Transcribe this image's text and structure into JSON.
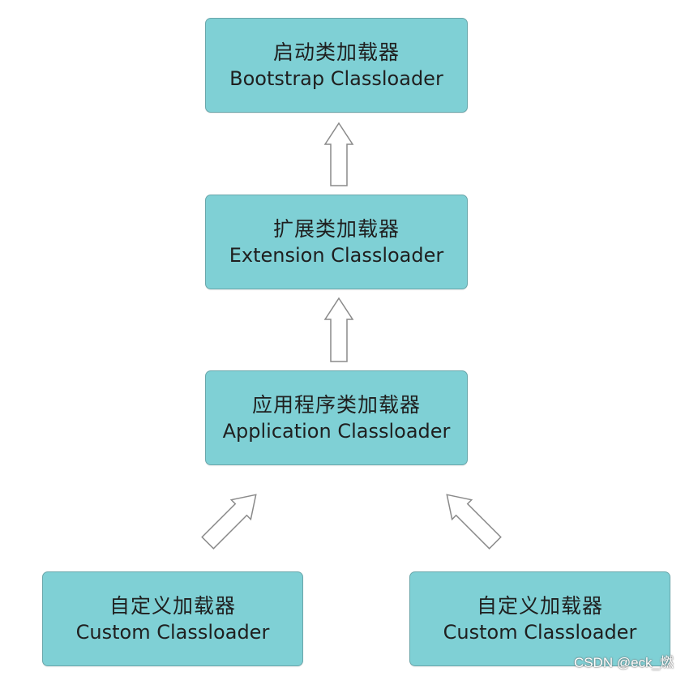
{
  "nodes": {
    "bootstrap": {
      "zh": "启动类加载器",
      "en": "Bootstrap Classloader"
    },
    "extension": {
      "zh": "扩展类加载器",
      "en": "Extension Classloader"
    },
    "application": {
      "zh": "应用程序类加载器",
      "en": "Application Classloader"
    },
    "custom_left": {
      "zh": "自定义加载器",
      "en": "Custom Classloader"
    },
    "custom_right": {
      "zh": "自定义加载器",
      "en": "Custom Classloader"
    }
  },
  "watermark": "CSDN @eck_燃",
  "colors": {
    "node_fill": "#7fd0d5",
    "node_border": "#6aa7ab",
    "arrow_stroke": "#8a8a8a",
    "arrow_fill": "#ffffff"
  },
  "arrows": [
    {
      "from": "extension",
      "to": "bootstrap",
      "style": "hollow"
    },
    {
      "from": "application",
      "to": "extension",
      "style": "hollow"
    },
    {
      "from": "custom_left",
      "to": "application",
      "style": "hollow"
    },
    {
      "from": "custom_right",
      "to": "application",
      "style": "hollow"
    }
  ]
}
